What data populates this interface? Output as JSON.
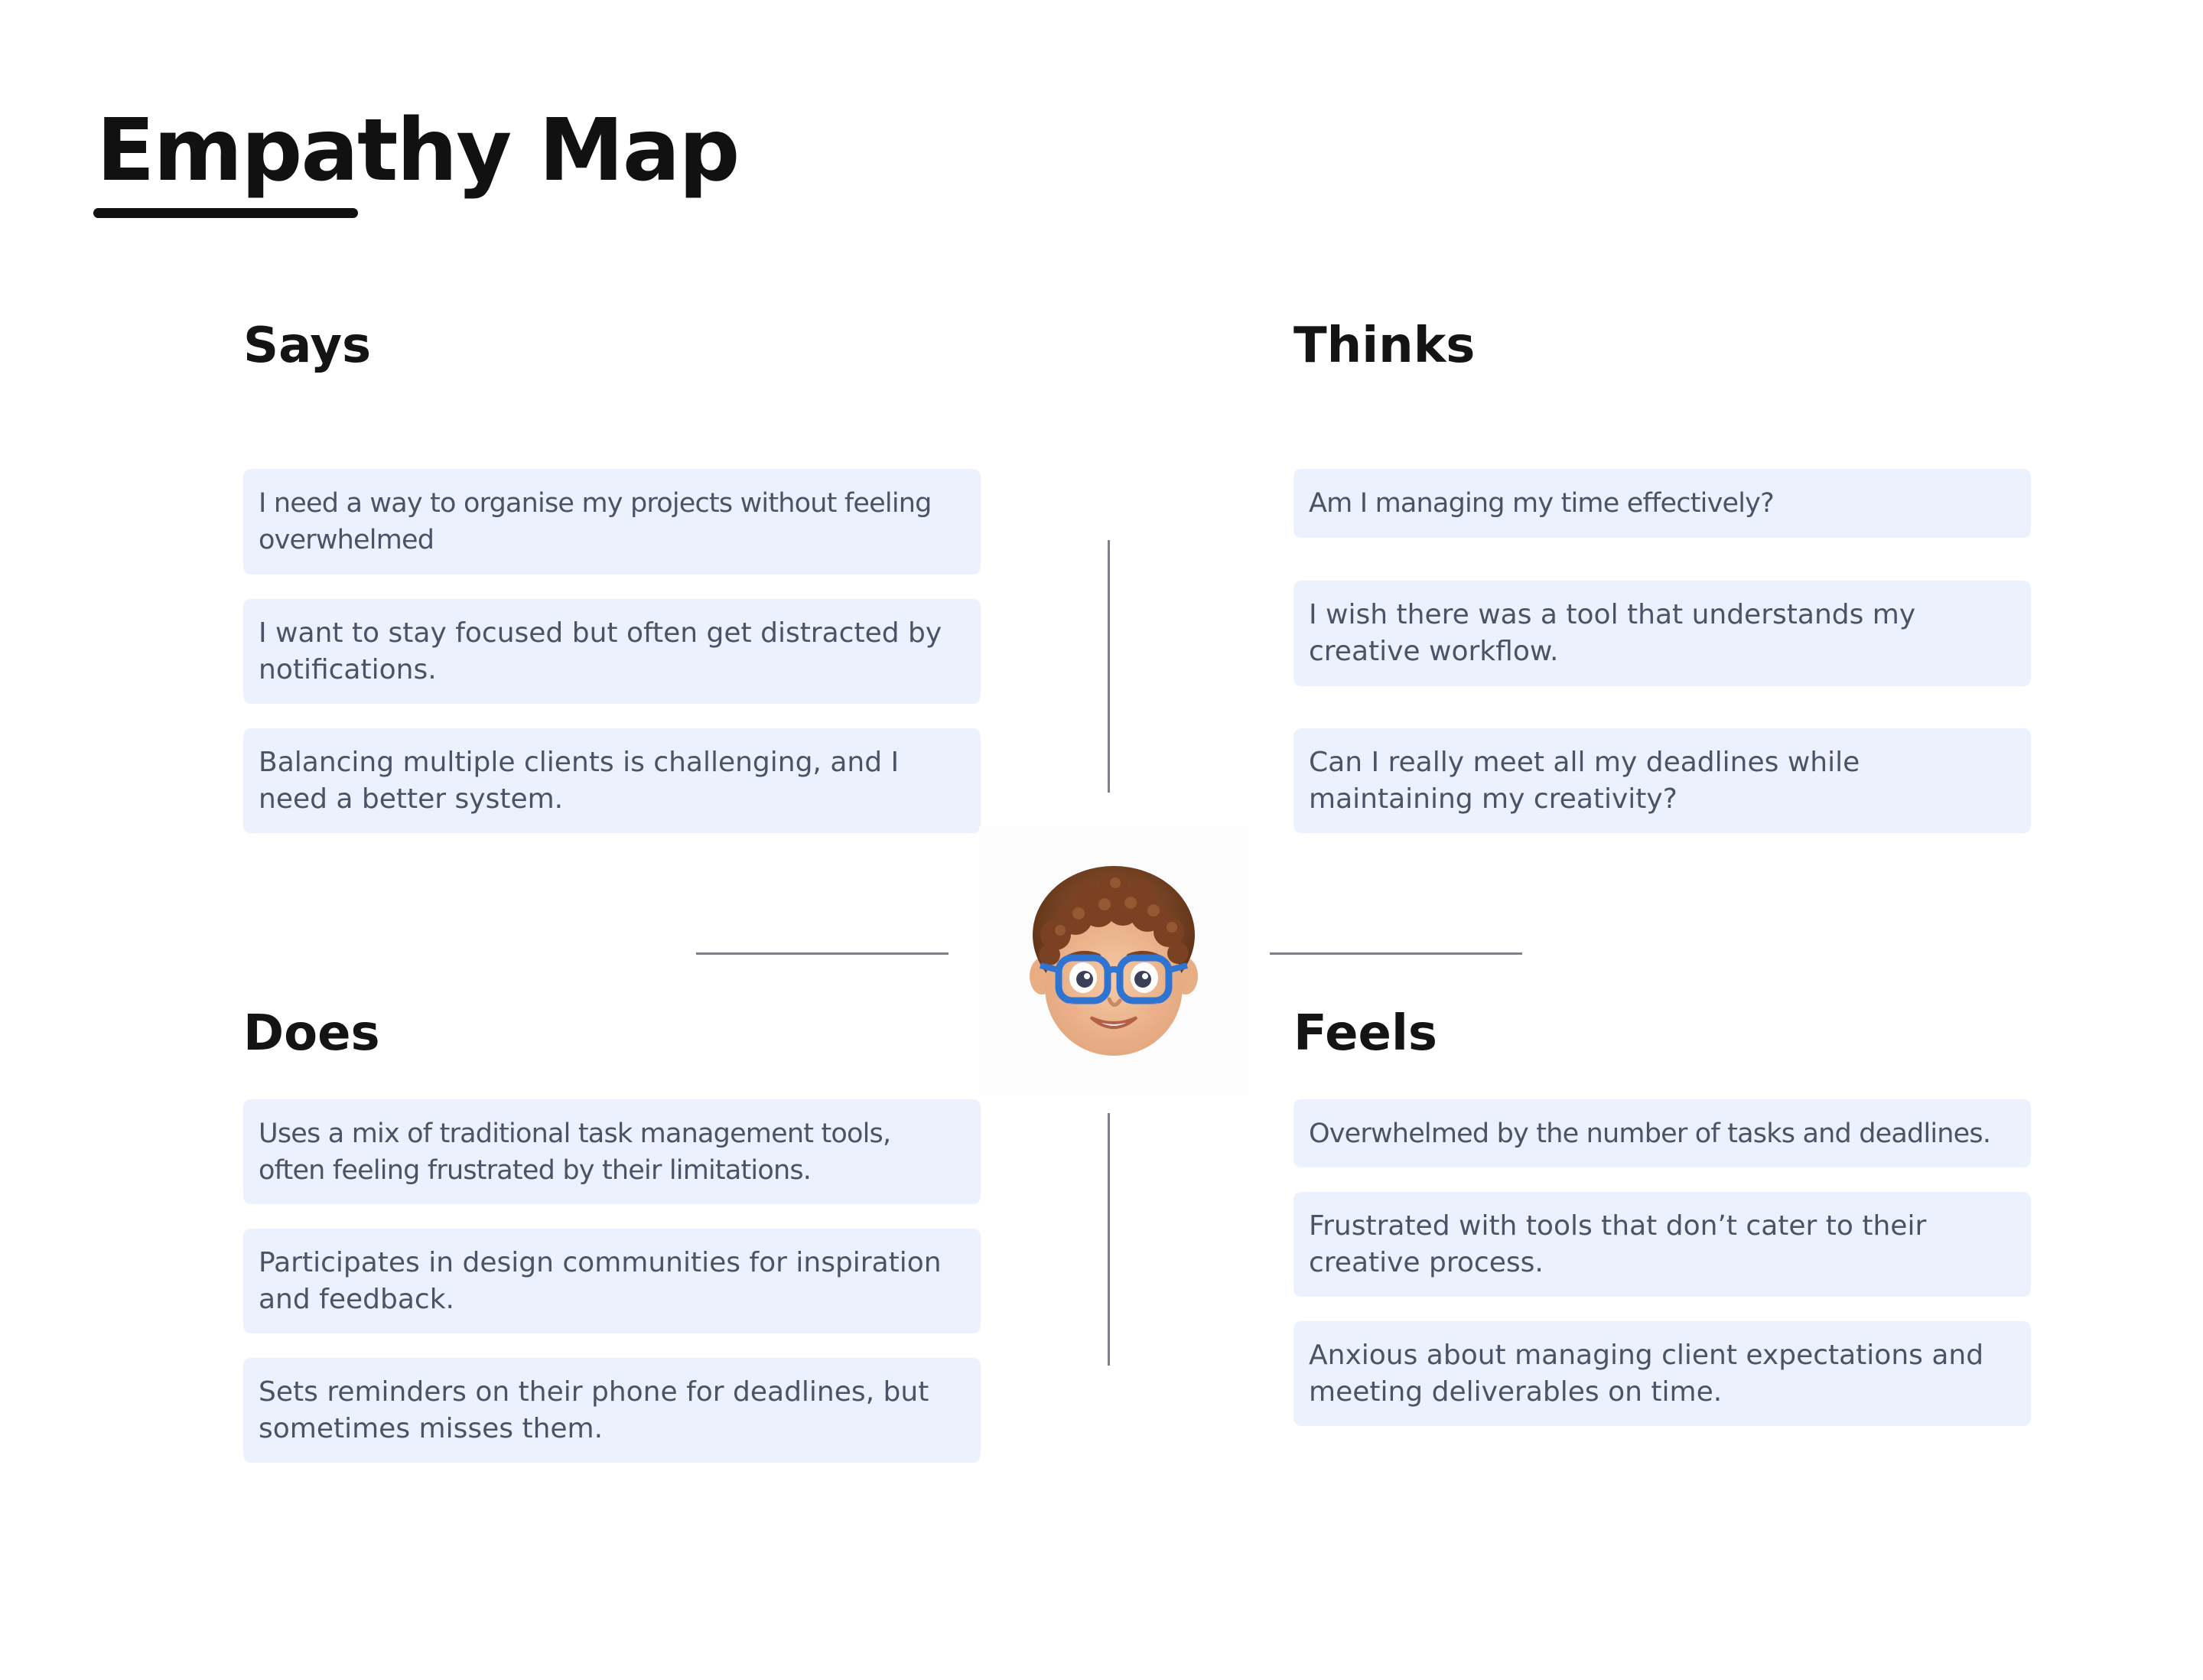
{
  "title": "Empathy Map",
  "quadrants": {
    "says": {
      "heading": "Says",
      "items": [
        "I need a way to organise my projects without feeling overwhelmed",
        "I want to stay focused but often get distracted by notifications.",
        "Balancing multiple clients is challenging, and I need a better system."
      ]
    },
    "thinks": {
      "heading": "Thinks",
      "items": [
        "Am I managing my time effectively?",
        "I wish there was a tool that understands my creative workflow.",
        "Can I really meet all my deadlines while maintaining my creativity?"
      ]
    },
    "does": {
      "heading": "Does",
      "items": [
        "Uses a mix of traditional task management tools, often feeling frustrated by their limitations.",
        "Participates in design communities for inspiration and feedback.",
        "Sets reminders on their phone for deadlines, but sometimes misses them."
      ]
    },
    "feels": {
      "heading": "Feels",
      "items": [
        "Overwhelmed by the number of tasks and deadlines.",
        "Frustrated with tools that don’t cater to their creative process.",
        "Anxious about managing client expectations and meeting deliverables on time."
      ]
    }
  },
  "avatar": {
    "icon": "persona-avatar-icon"
  },
  "colors": {
    "card_background": "#ebf1fd",
    "card_text": "#4c5366",
    "heading_text": "#141414",
    "divider": "#7b8089"
  }
}
